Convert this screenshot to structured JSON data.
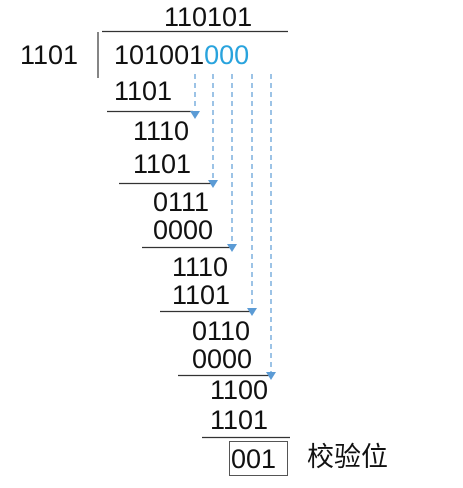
{
  "quotient": "110101",
  "divisor": "1101",
  "dividend": {
    "data": "101001",
    "appended": "000"
  },
  "steps": [
    "1101",
    "1110",
    "1101",
    "0111",
    "0000",
    "1110",
    "1101",
    "0110",
    "0000",
    "1100",
    "1101"
  ],
  "remainder": "001",
  "remainder_label": "校验位",
  "colors": {
    "text": "#111111",
    "highlight": "#29a3dd",
    "arrow": "#5b9bd5",
    "rule": "#333333"
  }
}
